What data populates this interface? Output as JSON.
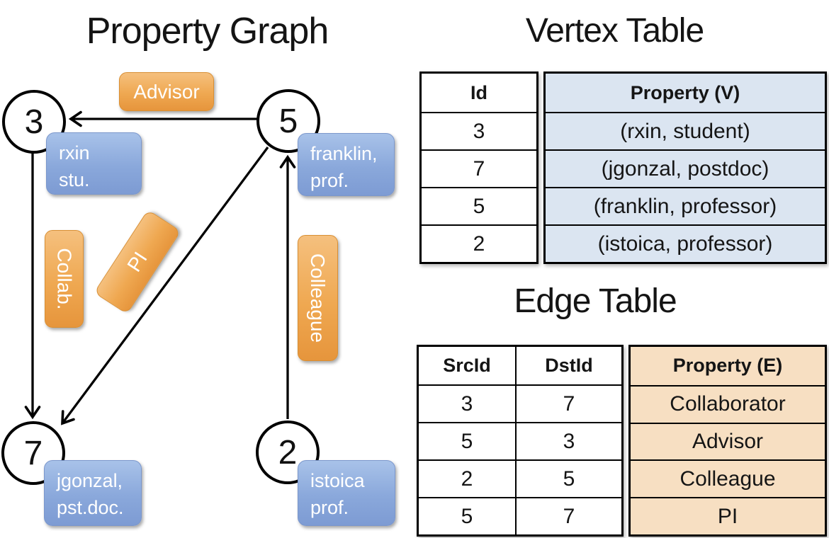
{
  "graph": {
    "title": "Property Graph",
    "vertices": [
      {
        "id": "3",
        "label_line1": "rxin",
        "label_line2": "stu."
      },
      {
        "id": "5",
        "label_line1": "franklin,",
        "label_line2": "prof."
      },
      {
        "id": "7",
        "label_line1": "jgonzal,",
        "label_line2": "pst.doc."
      },
      {
        "id": "2",
        "label_line1": "istoica",
        "label_line2": "prof."
      }
    ],
    "edge_labels": {
      "advisor": "Advisor",
      "collab": "Collab.",
      "pi": "PI",
      "colleague": "Colleague"
    }
  },
  "vertex_table": {
    "title": "Vertex Table",
    "columns": {
      "id": "Id",
      "property": "Property (V)"
    },
    "rows": [
      {
        "id": "3",
        "property": "(rxin, student)"
      },
      {
        "id": "7",
        "property": "(jgonzal, postdoc)"
      },
      {
        "id": "5",
        "property": "(franklin, professor)"
      },
      {
        "id": "2",
        "property": "(istoica, professor)"
      }
    ]
  },
  "edge_table": {
    "title": "Edge Table",
    "columns": {
      "src": "SrcId",
      "dst": "DstId",
      "property": "Property (E)"
    },
    "rows": [
      {
        "src": "3",
        "dst": "7",
        "property": "Collaborator"
      },
      {
        "src": "5",
        "dst": "3",
        "property": "Advisor"
      },
      {
        "src": "2",
        "dst": "5",
        "property": "Colleague"
      },
      {
        "src": "5",
        "dst": "7",
        "property": "PI"
      }
    ]
  },
  "colors": {
    "vertex_property_fill": "#dbe5f1",
    "edge_property_fill": "#f7dfc2",
    "vertex_label_blue": "#7d9bd3",
    "edge_label_orange": "#efa851",
    "line_color": "#000000"
  }
}
